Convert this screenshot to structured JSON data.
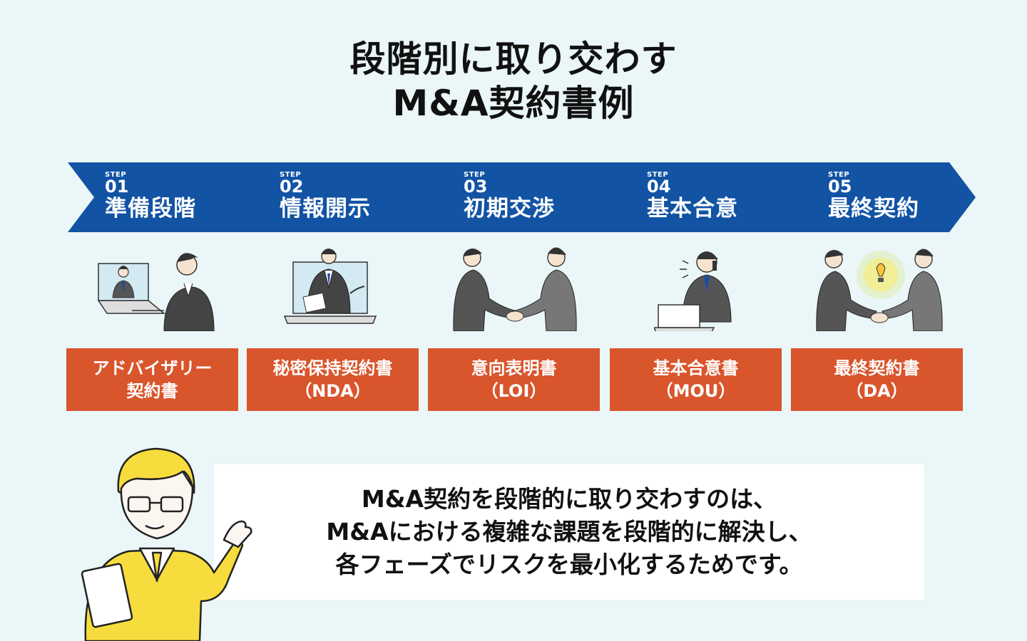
{
  "title": {
    "line1": "段階別に取り交わす",
    "line2": "M&A契約書例"
  },
  "colors": {
    "background": "#eaf6f8",
    "arrow_blue": "#1253a4",
    "box_orange": "#d9552c",
    "advisor_yellow": "#f7dc3e"
  },
  "steps": [
    {
      "label": "STEP",
      "number": "01",
      "name": "準備段階",
      "doc_line1": "アドバイザリー",
      "doc_line2": "契約書",
      "illustration": "video-call-icon"
    },
    {
      "label": "STEP",
      "number": "02",
      "name": "情報開示",
      "doc_line1": "秘密保持契約書",
      "doc_line2": "（NDA）",
      "illustration": "laptop-presenter-icon"
    },
    {
      "label": "STEP",
      "number": "03",
      "name": "初期交渉",
      "doc_line1": "意向表明書",
      "doc_line2": "（LOI）",
      "illustration": "handshake-icon"
    },
    {
      "label": "STEP",
      "number": "04",
      "name": "基本合意",
      "doc_line1": "基本合意書",
      "doc_line2": "（MOU）",
      "illustration": "phone-call-icon"
    },
    {
      "label": "STEP",
      "number": "05",
      "name": "最終契約",
      "doc_line1": "最終契約書",
      "doc_line2": "（DA）",
      "illustration": "handshake-lightbulb-icon"
    }
  ],
  "note": {
    "line1": "M&A契約を段階的に取り交わすのは、",
    "line2": "M&Aにおける複雑な課題を段階的に解決し、",
    "line3": "各フェーズでリスクを最小化するためです。"
  },
  "advisor_icon": "advisor-presenting-icon"
}
